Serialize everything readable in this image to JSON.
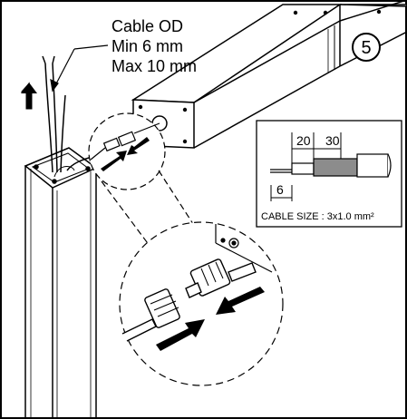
{
  "callout": {
    "line1": "Cable OD",
    "line2": "Min 6 mm",
    "line3": "Max 10 mm"
  },
  "step": {
    "number": "5"
  },
  "strip_detail": {
    "dim_a": "20",
    "dim_b": "30",
    "dim_c": "6",
    "cable_size": "CABLE SIZE : 3x1.0 mm²"
  },
  "colors": {
    "ink": "#000000",
    "background": "#ffffff",
    "shade": "#8c8c8c"
  },
  "icons": [
    "up-arrow-icon",
    "push-arrow-icon",
    "connector-icon"
  ]
}
